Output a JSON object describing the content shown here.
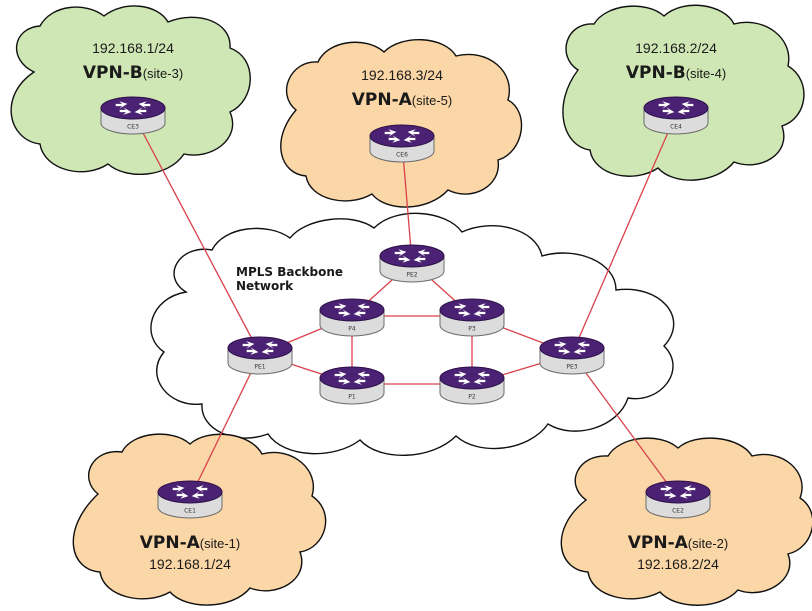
{
  "colors": {
    "vpn_a_cloud": "#fbd6a7",
    "vpn_b_cloud": "#cfe7b5",
    "backbone_cloud": "#ffffff",
    "link": "#d9414b",
    "router": "#4b2273"
  },
  "icons": {
    "router": "router-icon"
  },
  "backbone": {
    "title_line1": "MPLS Backbone",
    "title_line2": "Network"
  },
  "sites": [
    {
      "id": "ce3",
      "subnet": "192.168.1/24",
      "vpn": "VPN-B",
      "site": "(site-3)"
    },
    {
      "id": "ce6",
      "subnet": "192.168.3/24",
      "vpn": "VPN-A",
      "site": "(site-5)"
    },
    {
      "id": "ce4",
      "subnet": "192.168.2/24",
      "vpn": "VPN-B",
      "site": "(site-4)"
    },
    {
      "id": "ce1",
      "subnet": "192.168.1/24",
      "vpn": "VPN-A",
      "site": "(site-1)"
    },
    {
      "id": "ce2",
      "subnet": "192.168.2/24",
      "vpn": "VPN-A",
      "site": "(site-2)"
    }
  ],
  "routers": [
    {
      "id": "ce3",
      "label": "CE3"
    },
    {
      "id": "ce6",
      "label": "CE6"
    },
    {
      "id": "ce4",
      "label": "CE4"
    },
    {
      "id": "ce1",
      "label": "CE1"
    },
    {
      "id": "ce2",
      "label": "CE2"
    },
    {
      "id": "pe1",
      "label": "PE1"
    },
    {
      "id": "pe2",
      "label": "PE2"
    },
    {
      "id": "pe3",
      "label": "PE3"
    },
    {
      "id": "p1",
      "label": "P1"
    },
    {
      "id": "p2",
      "label": "P2"
    },
    {
      "id": "p3",
      "label": "P3"
    },
    {
      "id": "p4",
      "label": "P4"
    }
  ],
  "links": [
    [
      "ce3",
      "pe1"
    ],
    [
      "ce6",
      "pe2"
    ],
    [
      "ce4",
      "pe3"
    ],
    [
      "ce1",
      "pe1"
    ],
    [
      "ce2",
      "pe3"
    ],
    [
      "pe1",
      "p4"
    ],
    [
      "pe1",
      "p1"
    ],
    [
      "pe2",
      "p4"
    ],
    [
      "pe2",
      "p3"
    ],
    [
      "p4",
      "p3"
    ],
    [
      "p4",
      "p1"
    ],
    [
      "p3",
      "p2"
    ],
    [
      "p1",
      "p2"
    ],
    [
      "p3",
      "pe3"
    ],
    [
      "p2",
      "pe3"
    ]
  ]
}
